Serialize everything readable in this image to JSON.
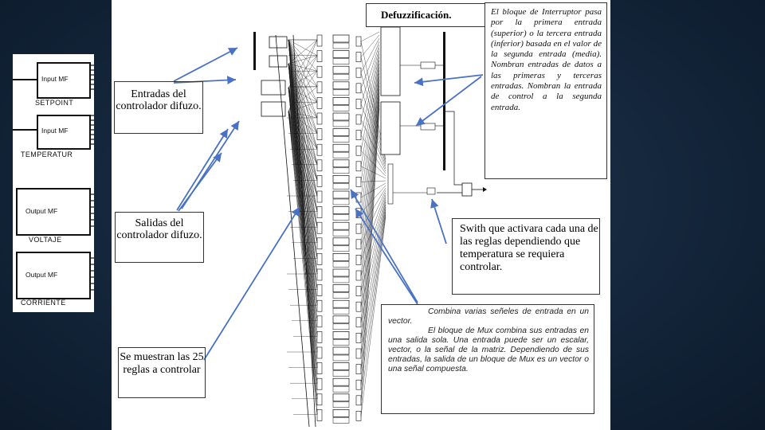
{
  "left_panel": {
    "blocks": [
      {
        "label": "Input MF",
        "caption": "SETPOINT"
      },
      {
        "label": "Input MF",
        "caption": "TEMPERATUR"
      },
      {
        "label": "Output MF",
        "caption": "VOLTAJE"
      },
      {
        "label": "Output MF",
        "caption": "CORRIENTE"
      }
    ]
  },
  "diagram": {
    "title": "Defuzzificación.",
    "interruptor_note": "El bloque de Interruptor pasa por la primera entrada (superior) o la tercera entrada (inferior) basada en el valor de la segunda entrada (media). Nombran entradas de datos a las primeras y terceras entradas. Nombran la entrada de control a la segunda entrada.",
    "entradas_note": "Entradas del controlador difuzo.",
    "salidas_note": "Salidas del controlador difuzo.",
    "reglas_note": "Se muestran las 25 reglas a controlar",
    "swith_note": "Swith que activara cada una de las reglas dependiendo que temperatura se requiera controlar.",
    "mux_note_line1": "Combina varias señeles de entrada en un vector.",
    "mux_note_line2": "El bloque de Mux combina sus entradas en una salida sola. Una entrada puede ser un escalar, vector, o la señal de la matriz. Dependiendo de sus entradas, la salida de un bloque de Mux es un vector o una señal compuesta."
  },
  "colors": {
    "background": "#14263b",
    "arrow": "#4a72c4",
    "wire": "#111111"
  }
}
